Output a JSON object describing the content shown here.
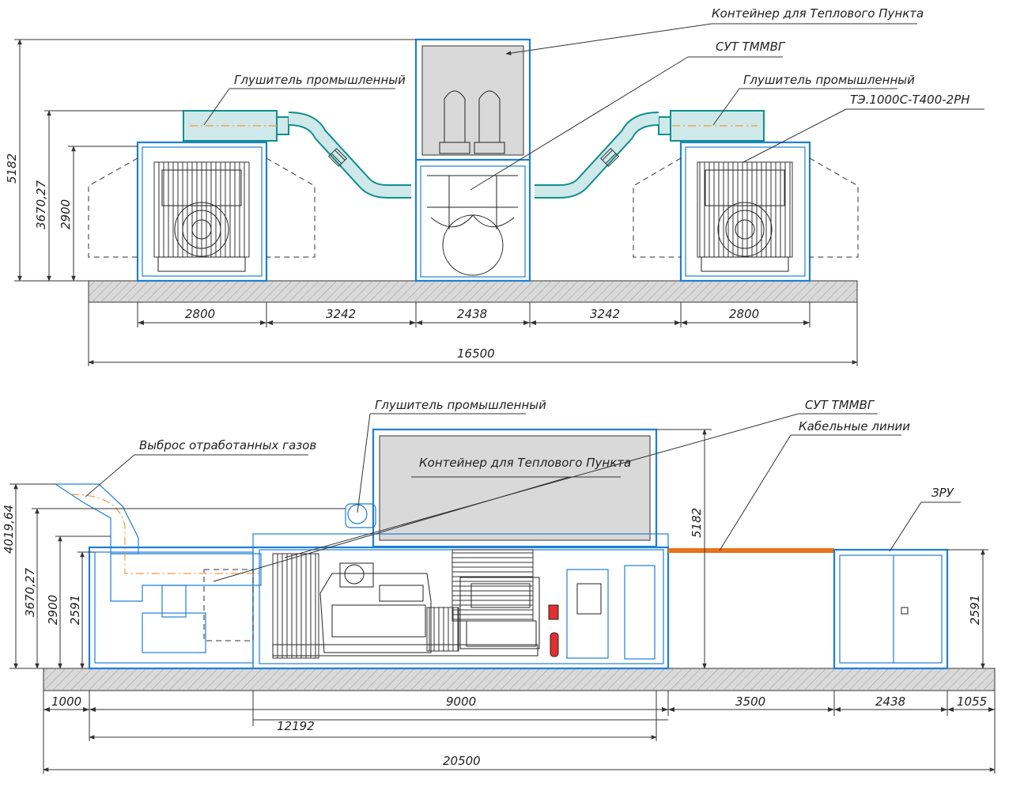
{
  "top_view": {
    "labels": {
      "heat_container": "Контейнер для Теплового Пункта",
      "sut": "СУТ ТММВГ",
      "muffler_left": "Глушитель промышленный",
      "muffler_right": "Глушитель промышленный",
      "genset": "ТЭ.1000С-Т400-2РН"
    },
    "dims_vertical": [
      "5182",
      "3670,27",
      "2900"
    ],
    "dims_horizontal": [
      "2800",
      "3242",
      "2438",
      "3242",
      "2800"
    ],
    "dim_total": "16500"
  },
  "side_view": {
    "labels": {
      "muffler": "Глушитель промышленный",
      "exhaust": "Выброс отработанных газов",
      "heat_container": "Контейнер для Теплового Пункта",
      "sut": "СУТ ТММВГ",
      "cables": "Кабельные линии",
      "zru": "ЗРУ"
    },
    "dims_vertical_left": [
      "4019,64",
      "3670,27",
      "2900",
      "2591"
    ],
    "dim_vertical_mid": "5182",
    "dim_vertical_right": "2591",
    "dims_horizontal": [
      "1000",
      "9000",
      "3500",
      "2438",
      "1055"
    ],
    "dim_12192": "12192",
    "dim_total": "20500"
  },
  "colors": {
    "container_outline": "#1e7fd6",
    "muffler_fill": "#cfe8ea",
    "muffler_stroke": "#0f8f8b",
    "cable": "#e8731a",
    "ground": "#d9d9d9",
    "centerline": "#f39a2e"
  }
}
